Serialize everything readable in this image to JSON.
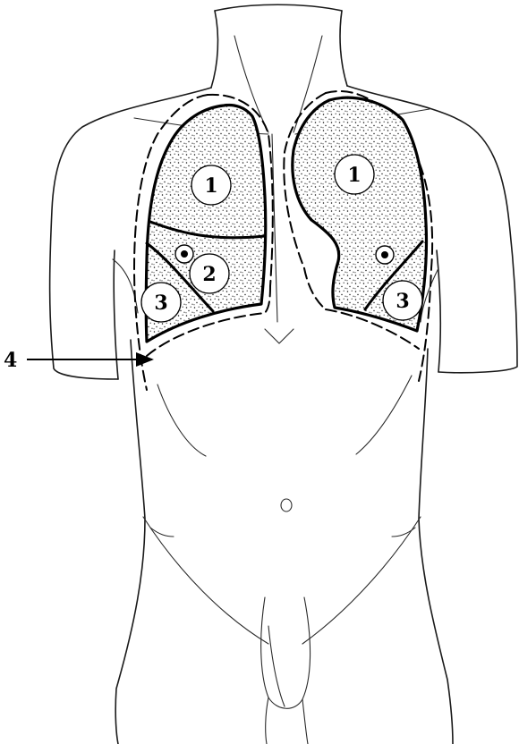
{
  "figure": {
    "lobe_markers": [
      {
        "id": "right-upper-lobe",
        "label": "1"
      },
      {
        "id": "left-upper-lobe",
        "label": "1"
      },
      {
        "id": "right-middle-lobe",
        "label": "2"
      },
      {
        "id": "right-lower-lobe",
        "label": "3"
      },
      {
        "id": "left-lower-lobe",
        "label": "3"
      }
    ],
    "callout": {
      "label": "4"
    }
  }
}
